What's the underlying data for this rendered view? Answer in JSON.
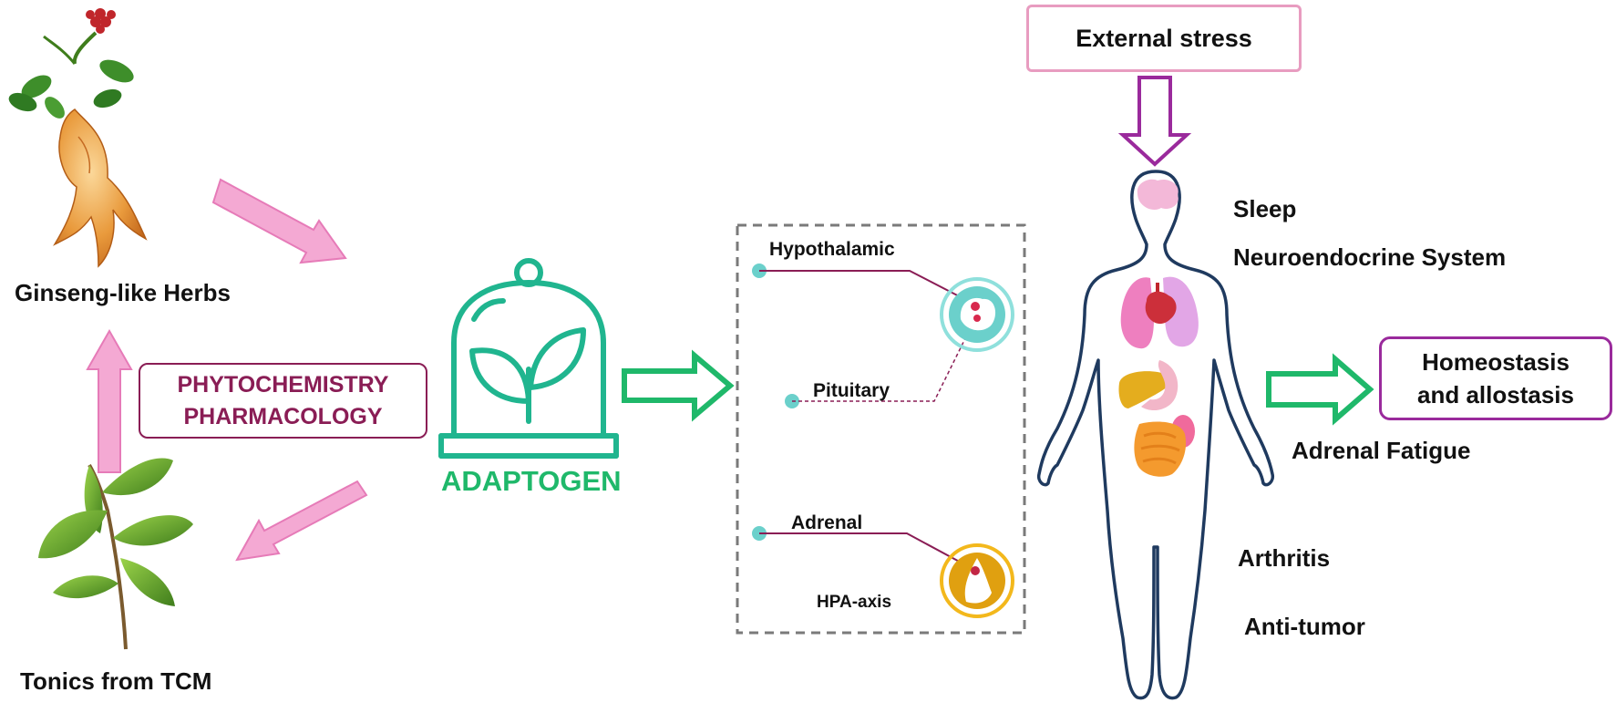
{
  "herbs": {
    "ginseng_label": "Ginseng-like Herbs",
    "tonics_label": "Tonics from TCM"
  },
  "discipline_box": {
    "line1": "PHYTOCHEMISTRY",
    "line2": "PHARMACOLOGY"
  },
  "adaptogen": {
    "label": "ADAPTOGEN"
  },
  "hpa_panel": {
    "hypothalamic": "Hypothalamic",
    "pituitary": "Pituitary",
    "adrenal": "Adrenal",
    "caption": "HPA-axis"
  },
  "body": {
    "stress_box": "External stress",
    "effects": {
      "sleep": "Sleep",
      "neuro": "Neuroendocrine System",
      "adrenal_fatigue": "Adrenal Fatigue",
      "arthritis": "Arthritis",
      "anti_tumor": "Anti-tumor"
    }
  },
  "outcome": {
    "line1": "Homeostasis",
    "line2": "and allostasis"
  },
  "colors": {
    "pink_arrow": "#f4a9d3",
    "pink_arrow_stroke": "#e67bb8",
    "green": "#1fb86a",
    "teal": "#20b58f",
    "purple": "#9a2a9c",
    "maroon": "#8a1d55",
    "navy": "#1f3a5f"
  },
  "icons": [
    "ginseng-root-icon",
    "leaf-sprig-icon",
    "adaptogen-bell-jar-icon",
    "human-body-icon",
    "brain-icon",
    "lungs-icon",
    "heart-icon",
    "stomach-icon",
    "intestines-icon",
    "liver-icon",
    "hypothalamus-icon",
    "adrenal-icon"
  ]
}
